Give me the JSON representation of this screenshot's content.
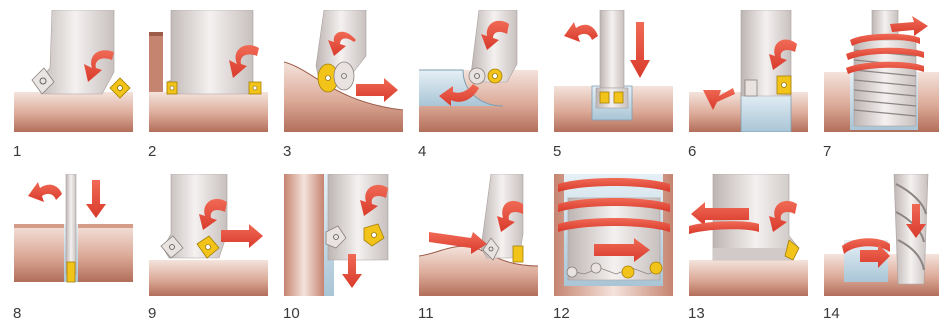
{
  "panels": [
    {
      "number": "1"
    },
    {
      "number": "2"
    },
    {
      "number": "3"
    },
    {
      "number": "4"
    },
    {
      "number": "5"
    },
    {
      "number": "6"
    },
    {
      "number": "7"
    },
    {
      "number": "8"
    },
    {
      "number": "9"
    },
    {
      "number": "10"
    },
    {
      "number": "11"
    },
    {
      "number": "12"
    },
    {
      "number": "13"
    },
    {
      "number": "14"
    }
  ],
  "colors": {
    "workpiece_light": "#f3e1da",
    "workpiece_dark": "#b8725e",
    "tool_light": "#f2efee",
    "tool_dark": "#bdb5b3",
    "arrow": "#e4483a",
    "insert": "#f2c318",
    "cut_blue": "#cfe2ee"
  }
}
